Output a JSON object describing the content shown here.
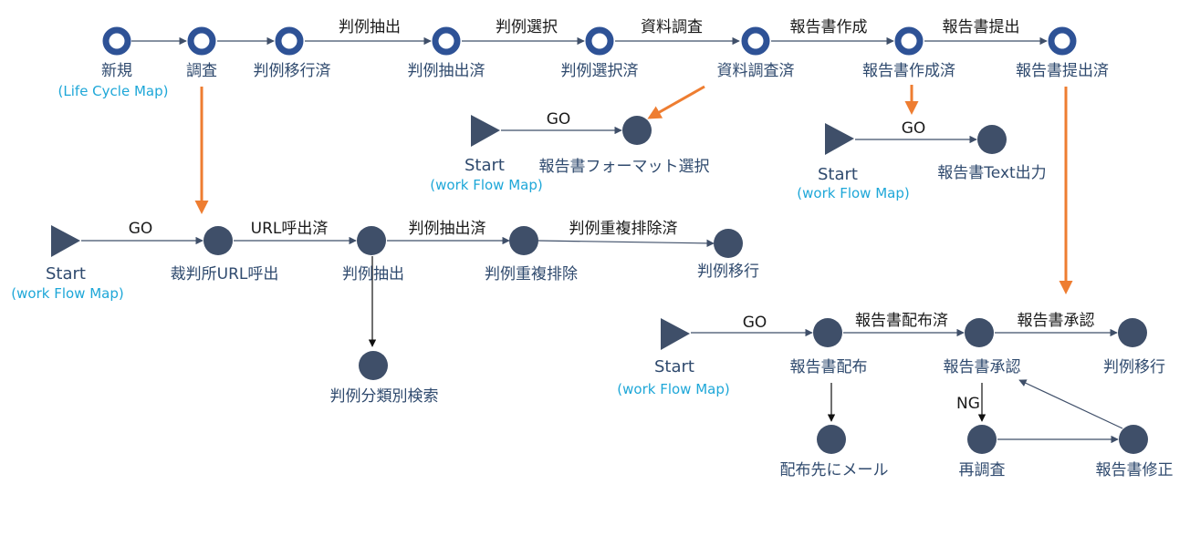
{
  "colors": {
    "ring": "#2e5296",
    "dot": "#3f4f69",
    "arrow": "#3f4f69",
    "orange": "#ee7d31",
    "sub": "#1ea7d8",
    "label": "#2f4a6e"
  },
  "lifecycle": {
    "states": {
      "s0": "新規",
      "s0_sub": "(Life Cycle Map)",
      "s1": "調査",
      "s2": "判例移行済",
      "s3": "判例抽出済",
      "s4": "判例選択済",
      "s5": "資料調査済",
      "s6": "報告書作成済",
      "s7": "報告書提出済"
    },
    "edges": {
      "e23": "判例抽出",
      "e34": "判例選択",
      "e45": "資料調査",
      "e56": "報告書作成",
      "e67": "報告書提出"
    }
  },
  "wf1": {
    "start": "Start",
    "start_sub": "(work Flow Map)",
    "go": "GO",
    "n1": "裁判所URL呼出",
    "e12": "URL呼出済",
    "n2": "判例抽出",
    "e23": "判例抽出済",
    "n3": "判例重複排除",
    "e34": "判例重複排除済",
    "n4": "判例移行",
    "n5": "判例分類別検索"
  },
  "wf2": {
    "start": "Start",
    "start_sub": "(work Flow Map)",
    "go": "GO",
    "n1": "報告書フォーマット選択"
  },
  "wf3": {
    "start": "Start",
    "start_sub": "(work Flow Map)",
    "go": "GO",
    "n1": "報告書Text出力"
  },
  "wf4": {
    "start": "Start",
    "start_sub": "(work Flow Map)",
    "go": "GO",
    "n1": "報告書配布",
    "e12": "報告書配布済",
    "n2": "報告書承認",
    "e23": "報告書承認",
    "n3": "判例移行",
    "n4": "配布先にメール",
    "ng": "NG",
    "n5": "再調査",
    "n6": "報告書修正"
  }
}
